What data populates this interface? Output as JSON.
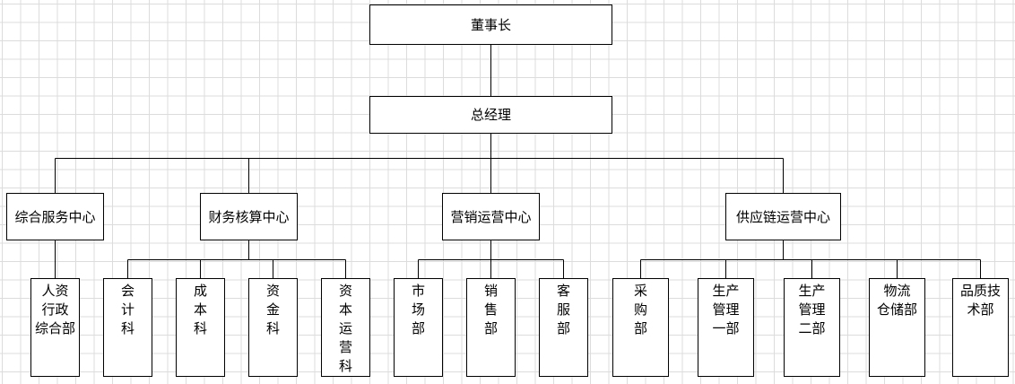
{
  "org": {
    "chairman": "董事长",
    "gm": "总经理",
    "centers": {
      "c1": "综合服务中心",
      "c2": "财务核算中心",
      "c3": "营销运营中心",
      "c4": "供应链运营中心"
    },
    "departments": {
      "d1": "人资\n行政\n综合部",
      "d2": "会\n计\n科",
      "d3": "成\n本\n科",
      "d4": "资\n金\n科",
      "d5": "资\n本\n运\n营\n科",
      "d6": "市\n场\n部",
      "d7": "销\n售\n部",
      "d8": "客\n服\n部",
      "d9": "采\n购\n部",
      "d10": "生产\n管理\n一部",
      "d11": "生产\n管理\n二部",
      "d12": "物流\n仓储部",
      "d13": "品质技\n术部"
    }
  }
}
